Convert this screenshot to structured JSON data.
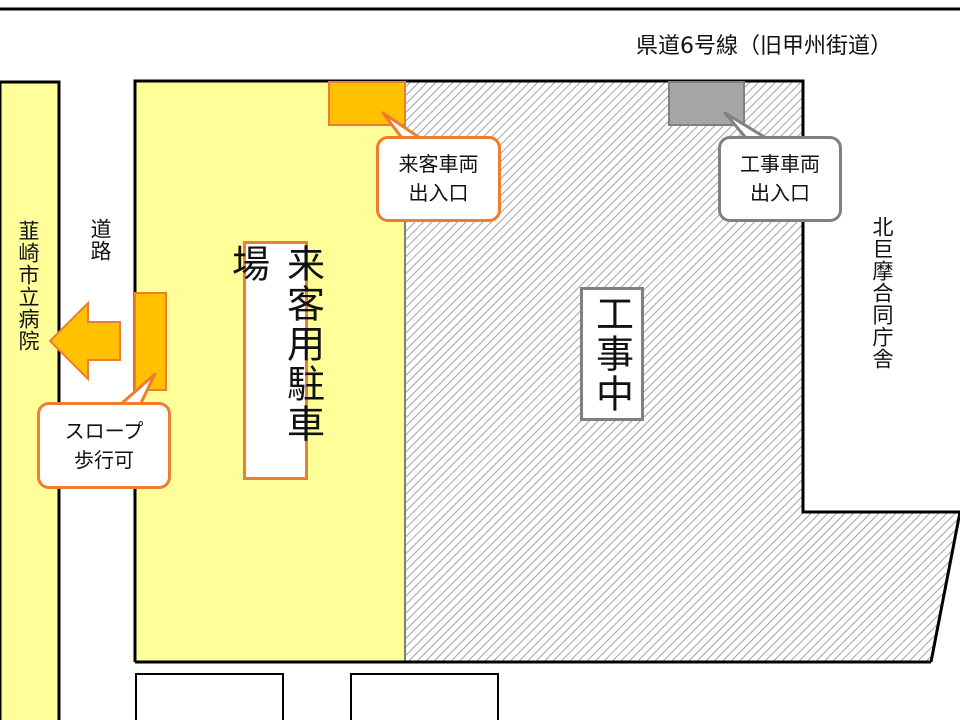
{
  "colors": {
    "parking": "#ffff99",
    "hospital": "#ffff99",
    "entrance_visitor": "#ffc000",
    "entrance_visitor_border": "#ed7d31",
    "entrance_construction": "#a6a6a6",
    "construction_border": "#808080",
    "hatch": "#8c8c8c",
    "arrow": "#ffc000"
  },
  "labels": {
    "prefectural_road": "県道6号線（旧甲州街道）",
    "road": "道路",
    "hospital": "韮崎市立病院",
    "government_office": "北巨摩合同庁舎",
    "parking": "来客用駐車場",
    "construction": "工事中"
  },
  "callouts": {
    "visitor_entrance": "来客車両\n出入口",
    "construction_entrance": "工事車両\n出入口",
    "slope": "スロープ\n歩行可"
  }
}
